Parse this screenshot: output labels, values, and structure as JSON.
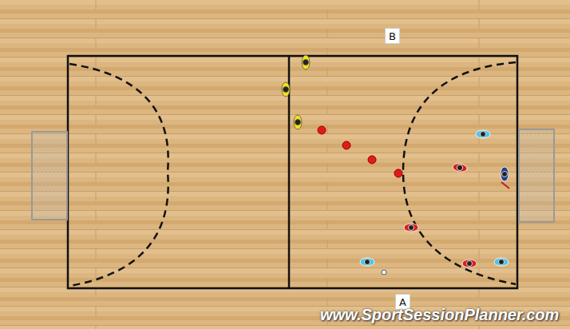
{
  "diagram": {
    "nodes": [
      {
        "text": [
          "B"
        ]
      },
      {
        "text": [
          "A"
        ]
      }
    ],
    "labels": [
      "www.SportSessionPlanner.com"
    ]
  }
}
